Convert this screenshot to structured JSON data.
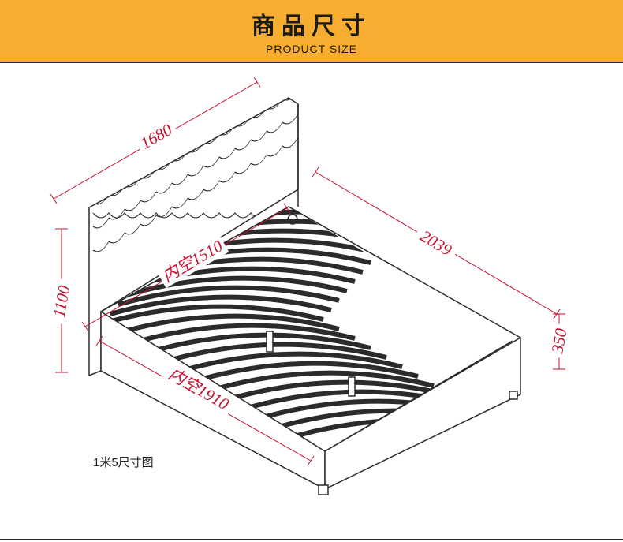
{
  "header": {
    "title": "商品尺寸",
    "subtitle": "PRODUCT  SIZE",
    "background_color": "#f7ad2f"
  },
  "dimensions": {
    "headboard_width": "1680",
    "total_length": "2039",
    "headboard_height": "1100",
    "base_height": "350",
    "inner_width": "内空1510",
    "inner_length": "内空1910",
    "dimension_color": "#c8102e"
  },
  "caption": "1米5尺寸图"
}
